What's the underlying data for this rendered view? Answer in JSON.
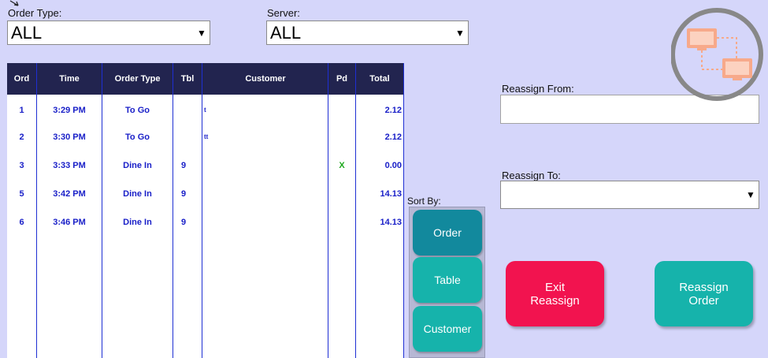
{
  "filters": {
    "order_type": {
      "label": "Order Type:",
      "value": "ALL"
    },
    "server": {
      "label": "Server:",
      "value": "ALL"
    }
  },
  "table": {
    "headers": [
      "Ord",
      "Time",
      "Order Type",
      "Tbl",
      "Customer",
      "Pd",
      "Total"
    ],
    "rows": [
      {
        "ord": "1",
        "time": "3:29 PM",
        "type": "To Go",
        "tbl": "",
        "customer": "t",
        "pd": "",
        "total": "2.12"
      },
      {
        "ord": "2",
        "time": "3:30 PM",
        "type": "To Go",
        "tbl": "",
        "customer": "tt",
        "pd": "",
        "total": "2.12"
      },
      {
        "ord": "3",
        "time": "3:33 PM",
        "type": "Dine In",
        "tbl": "9",
        "customer": "",
        "pd": "X",
        "total": "0.00"
      },
      {
        "ord": "5",
        "time": "3:42 PM",
        "type": "Dine In",
        "tbl": "9",
        "customer": "",
        "pd": "",
        "total": "14.13"
      },
      {
        "ord": "6",
        "time": "3:46 PM",
        "type": "Dine In",
        "tbl": "9",
        "customer": "",
        "pd": "",
        "total": "14.13"
      }
    ]
  },
  "sort": {
    "label": "Sort By:",
    "buttons": [
      {
        "label": "Order",
        "selected": true
      },
      {
        "label": "Table",
        "selected": false
      },
      {
        "label": "Customer",
        "selected": false
      }
    ]
  },
  "reassign": {
    "from_label": "Reassign From:",
    "from_value": "",
    "to_label": "Reassign To:",
    "to_value": ""
  },
  "actions": {
    "exit_label": "Exit\nReassign",
    "reassign_label": "Reassign\nOrder"
  },
  "colors": {
    "background": "#d5d6fa",
    "header_bg": "#22244f",
    "row_text": "#1a20c8",
    "paid_mark": "#1ca81c",
    "sort_selected": "#12899d",
    "sort_normal": "#16b3ab",
    "exit_button": "#f2134f",
    "reassign_button": "#16b3ab",
    "network_icon": "#f7a98a"
  },
  "icons": {
    "network": "network-transfer-icon",
    "cursor": "cursor-arrow-icon"
  }
}
